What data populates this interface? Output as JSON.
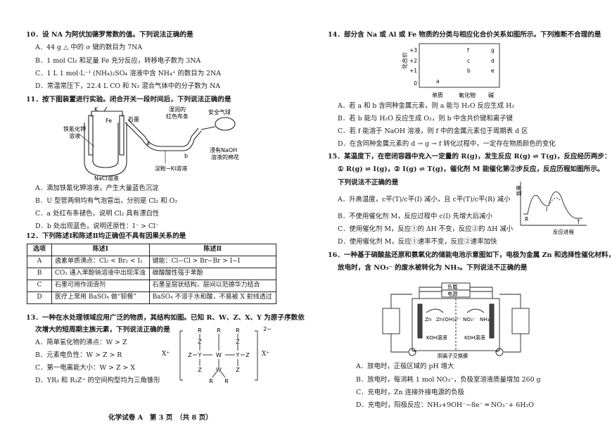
{
  "left": {
    "q10": {
      "stem": "10．设 NA 为阿伏加德罗常数的值。下列说法正确的是",
      "options": [
        "A．44 g △ 中的 σ 键的数目为 7NA",
        "B．1 mol Cl₂ 和足量 Fe 充分反应，转移电子数为 3NA",
        "C．1 L 1 mol·L⁻¹ (NH₄)₂SO₄ 溶液中含 NH₄⁺ 的数目为 2NA",
        "D．常温常压下，22.4 L CO 和 N₂ 混合气体中的分子数为 NA"
      ]
    },
    "q11": {
      "stem": "11．按下图装置进行实验。闭合开关一段时间后，下列说法正确的是",
      "labels": {
        "k": "K",
        "fe": "Fe",
        "graphite": "石墨",
        "ferricyanide": "铁氰化钾",
        "solution": "溶液",
        "wet_cloth_1": "湿润的",
        "wet_cloth_2": "红色布条",
        "balloon": "安全气球",
        "naoh_1": "浸有NaOH",
        "naoh_2": "溶液的棉花",
        "a": "a",
        "b": "b",
        "ki": "淀粉−KI溶液",
        "nacl": "NaCl溶液"
      },
      "options": [
        "A．滴加铁氰化钾溶液，产生大量蓝色沉淀",
        "B．U 型管两侧均有气泡冒出，分别是 Cl₂ 和 O₂",
        "C．a 处红布条褪色，说明 Cl₂ 具有漂白性",
        "D．b 处出现蓝色，说明还原性：I⁻ > Cl⁻"
      ]
    },
    "q12": {
      "stem": "12．下列陈述Ⅰ和陈述Ⅱ均正确但不具有因果关系的是",
      "headers": [
        "选项",
        "陈述Ⅰ",
        "陈述Ⅱ"
      ],
      "rows": [
        [
          "A",
          "卤素单质沸点：Cl₂ < Br₂ < I₂",
          "键能：Cl−Cl > Br−Br > I−I"
        ],
        [
          "B",
          "CO₂ 通入苯酚钠溶液中出现浑浊",
          "碳酸酸性强于苯酚"
        ],
        [
          "C",
          "石墨可用作润滑剂",
          "石墨呈层状结构，层间以范德华力结合"
        ],
        [
          "D",
          "医疗上常用 BaSO₄ 做“钡餐”",
          "BaSO₄ 不溶于水和酸，不易被 X 射线透过"
        ]
      ]
    },
    "q13": {
      "stem_1": "13．一种在水处理领域应用广泛的物质，其结构如图。已知 R、W、Z、X、Y 为原子序数依",
      "stem_2": "次增大的短周期主族元素，下列说法正确的是",
      "options": [
        "A．简单氢化物的沸点：W > Z",
        "B．元素电负性：W > Z > R",
        "C．第一电离能大小：W > Z > X",
        "D．YR₃ 和 R₃Z⁺ 的空间构型均为三角锥形"
      ],
      "struct": {
        "R": "R",
        "Y": "Y",
        "W": "W",
        "Z": "Z",
        "X": "X⁺",
        "charge": "2−"
      }
    },
    "footer": "化学试卷 A　第 3 页　（共 8 页）"
  },
  "right": {
    "q14": {
      "stem": "14．部分含 Na 或 Al 或 Fe 物质的分类与相应化合价关系如图所示。下列推断不合理的是",
      "ylabel": "化合价",
      "yticks": [
        "+3",
        "+2",
        "+1",
        "0"
      ],
      "xcats": [
        "单质",
        "氧化物",
        "碱"
      ],
      "options": [
        "A．若 a 和 b 含同种金属元素，则 a 能与 H₂O 反应生成 H₂",
        "B．若 b 能与 H₂O 反应生成 O₂，则 b 中含共价键和离子键",
        "C．若 f 能溶于 NaOH 溶液，则 f 中的金属元素位于周期表 d 区",
        "D．在含同种金属元素的 d → g → f 转化过程中，一定存在物质颜色的变化"
      ]
    },
    "q15": {
      "stem_1": "15．某温度下，在密闭容器中充入一定量的 R(g)，发生反应 R(g) ⇌ T(g)，反应经历两步：",
      "stem_2": "① R(g) ⇌ I(g)，② I(g) ⇌ T(g)，催化剂 M 能催化第②步反应，反应历程如图所示。",
      "stem_3": "下列说法不正确的是",
      "options": [
        "A．升高温度，c平(T)/c平(I) 减小，且 c平(T)/c平(R) 减小",
        "B．不使用催化剂 M，反应过程中 c(I) 先增大后减小",
        "C．使用催化剂 M，反应①的 ΔH 不变，反应②的 ΔH 减小",
        "D．使用催化剂 M，反应①速率不变，反应②速率加快"
      ],
      "chart": {
        "ylabel": "能量",
        "xlabel": "反应进程",
        "R": "R",
        "I": "I",
        "T": "T"
      }
    },
    "q16": {
      "stem_1": "16．一种基于硝酸盐还原和氨氧化的储能电池示意图如下，电极为金属 Zn 和选择性催化材料，",
      "stem_2": "放电时，含 NO₃⁻ 的废水被转化为 NH₃。下列说法不正确的是",
      "labels": {
        "load": "负载",
        "power": "电源",
        "zn": "Zn",
        "znoh": "Zn(OH)₄²⁻",
        "no3": "NO₃⁻",
        "nh3": "NH₃",
        "koh1": "KOH溶液",
        "koh2": "KOH溶液",
        "membrane": "阴离子交换膜"
      },
      "options": [
        "A．放电时，正极区域的 pH 增大",
        "B．放电时，每消耗 1 mol NO₃⁻，负极室溶液质量增加 260 g",
        "C．充电时，Zn 连接外接电源的负极",
        "D．充电时，阳极反应：NH₃+9OH⁻−8e⁻ ═ NO₃⁻+ 6H₂O"
      ]
    }
  }
}
